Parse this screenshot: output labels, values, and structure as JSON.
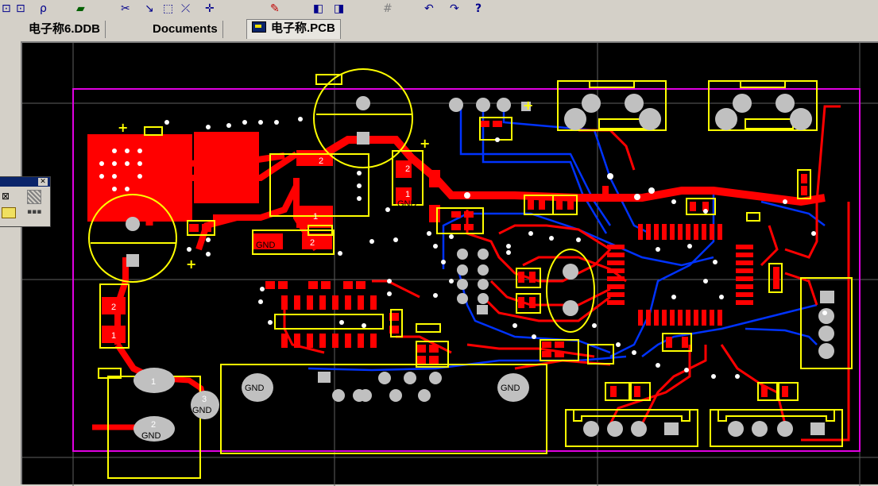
{
  "toolbar": {
    "icons": [
      "zoom-area-icon",
      "zoom-fit-icon",
      "layer-stack-icon",
      "cut-icon",
      "draw-line-icon",
      "select-area-icon",
      "move-icon",
      "cross-icon",
      "interactive-route-icon",
      "3d-view-icon",
      "library-icon",
      "grid-icon",
      "undo-icon",
      "redo-icon",
      "help-icon"
    ],
    "help_label": "?"
  },
  "tabs": [
    {
      "label": "电子称6.DDB"
    },
    {
      "label": "Documents"
    },
    {
      "label": "电子称.PCB",
      "active": true
    }
  ],
  "pcb": {
    "colors": {
      "background": "#000000",
      "grid": "#555555",
      "outline": "#e000e0",
      "top_layer": "#ff0000",
      "bottom_layer": "#0000ff",
      "silkscreen": "#ffff00",
      "pad": "#c0c0c0",
      "via": "#ffffff"
    },
    "labels": {
      "gnd": "GND",
      "pin1": "1",
      "pin2": "2",
      "pin3": "3",
      "plus": "+"
    }
  }
}
